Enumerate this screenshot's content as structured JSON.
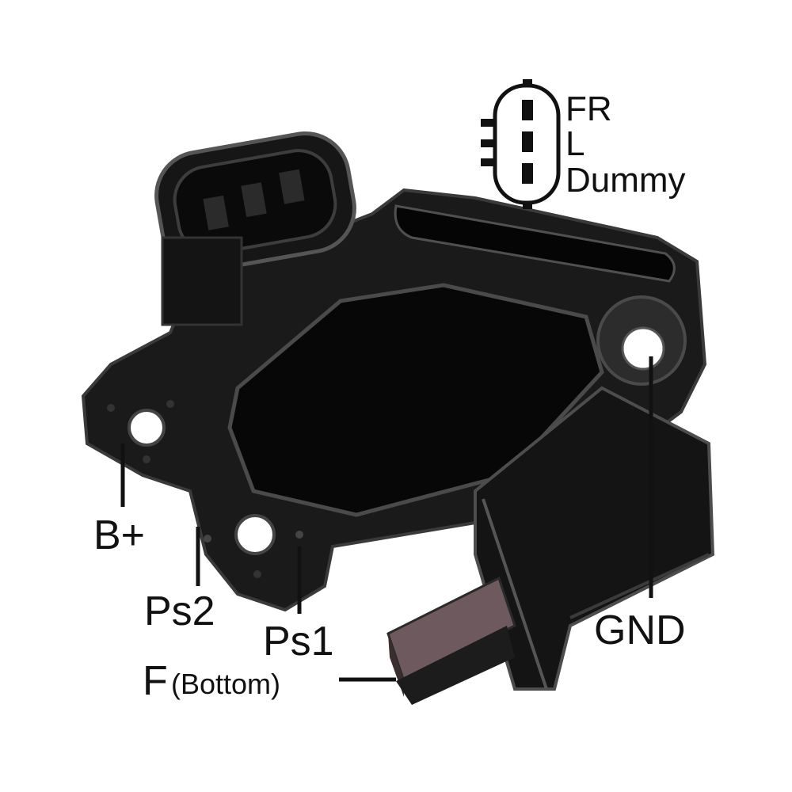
{
  "connector_pinout": {
    "pins": [
      "FR",
      "L",
      "Dummy"
    ]
  },
  "terminals": {
    "b_plus": "B+",
    "ps2": "Ps2",
    "ps1": "Ps1",
    "f_letter": "F",
    "f_note": "(Bottom)",
    "gnd": "GND"
  },
  "colors": {
    "housing": "#1a1a1a",
    "housing_dark": "#0b0b0b",
    "housing_edge": "#3a3a3a",
    "brush": "#6e5a5e",
    "leader_line": "#111111",
    "text": "#111111"
  }
}
